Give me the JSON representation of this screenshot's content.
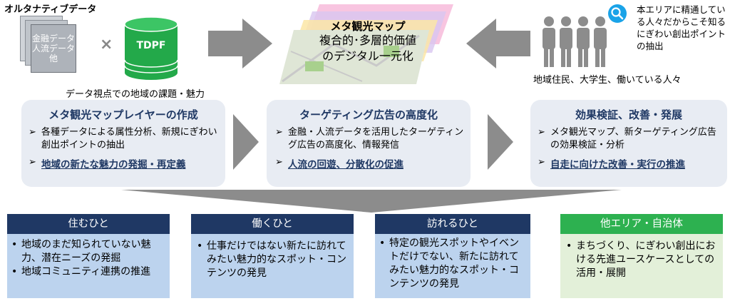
{
  "top": {
    "alt_data_title": "オルタナティブデータ",
    "doc_lines": [
      "金融データ",
      "人流データ",
      "他"
    ],
    "times_symbol": "×",
    "tdpf_label": "TDPF",
    "data_caption": "データ視点での地域の課題・魅力",
    "map_title": "メタ観光マップ",
    "map_sub1": "複合的･多層的価値",
    "map_sub2": "のデジタル一元化",
    "right_note": "本エリアに精通している人々だからこそ知るにぎわい創出ポイントの抽出",
    "people_caption": "地域住民、大学生、働いている人々"
  },
  "panels": [
    {
      "title": "メタ観光マップレイヤーの作成",
      "bullets": [
        "各種データによる属性分析、新規にぎわい創出ポイントの抽出"
      ],
      "link": "地域の新たな魅力の発掘・再定義"
    },
    {
      "title": "ターゲティング広告の高度化",
      "bullets": [
        "金融・人流データを活用したターゲティング広告の高度化、情報発信"
      ],
      "link": "人流の回遊、分散化の促進"
    },
    {
      "title": "効果検証、改善・発展",
      "bullets": [
        "メタ観光マップ、新ターゲティング広告の効果検証・分析"
      ],
      "link": "自走に向けた改善・実行の推進"
    }
  ],
  "bullet_marker": "➢",
  "list_dot": "•",
  "boxes": [
    {
      "header": "住むひと",
      "items": [
        "地域のまだ知られていない魅力、潜在ニーズの発掘",
        "地域コミュニティ連携の推進"
      ]
    },
    {
      "header": "働くひと",
      "items": [
        "仕事だけではない新たに訪れてみたい魅力的なスポット・コンテンツの発見"
      ]
    },
    {
      "header": "訪れるひと",
      "items": [
        "特定の観光スポットやイベントだけでない、新たに訪れてみたい魅力的なスポット・コンテンツの発見"
      ]
    },
    {
      "header": "他エリア・自治体",
      "items": [
        "まちづくり、にぎわい創出における先進ユースケースとしての活用・展開"
      ]
    }
  ],
  "colors": {
    "navy": "#1f3864",
    "green": "#2db150",
    "panel_bg": "#e8ecf3",
    "box_blue": "#bcd3ee",
    "box_green": "#e3f0d9",
    "arrow_gray": "#8c8c8c",
    "cylinder_green": "#23a94a"
  },
  "icons": [
    "document-stack-icon",
    "database-cylinder-icon",
    "map-layers-icon",
    "people-group-icon",
    "search-icon",
    "right-arrow-icon",
    "left-arrow-icon",
    "down-funnel-arrow-icon"
  ]
}
